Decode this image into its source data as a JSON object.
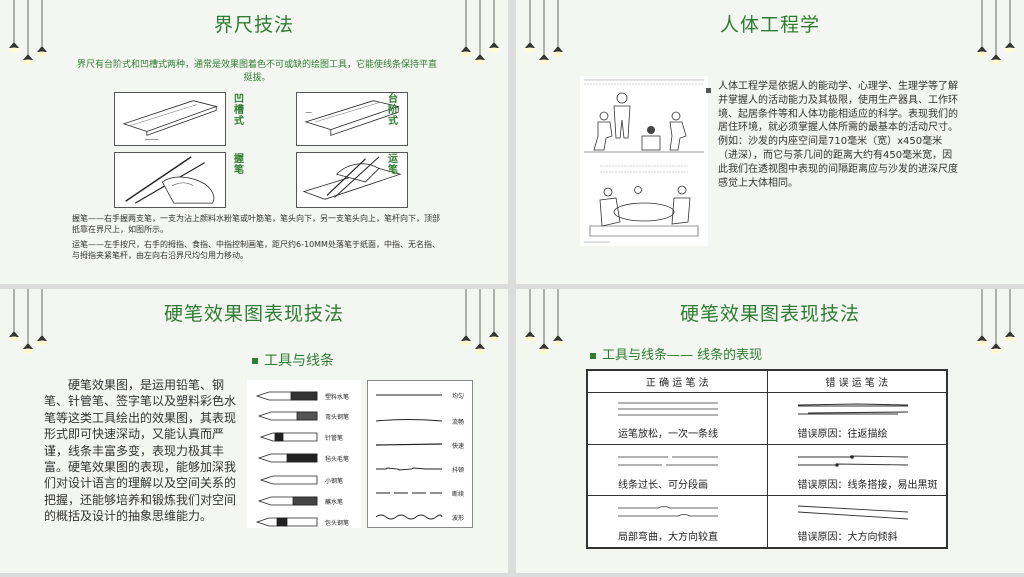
{
  "slide1": {
    "title": "界尺技法",
    "intro": "界尺有台阶式和凹槽式两种，通常是效果图着色不可或缺的绘图工具，它能使线条保持平直挺拔。",
    "labels": {
      "groove": "凹槽式",
      "step": "台阶式",
      "grip": "握笔",
      "move": "运笔"
    },
    "desc1": "握笔——右手握两支笔，一支为沾上颜料水粉笔或叶筋笔，笔头向下，另一支笔头向上，笔杆向下，顶部抵靠在界尺上，如图所示。",
    "desc2": "运笔——左手按尺，右手的拇指、食指、中指控制画笔，距尺约6-10MM处落笔于纸面，中指、无名指、与拇指夹紧笔杆，由左向右沿界尺均匀用力移动。"
  },
  "slide2": {
    "title": "人体工程学",
    "body": "人体工程学是依据人的能动学、心理学、生理学等了解并掌握人的活动能力及其极限，使用生产器具、工作环境、起居条件等和人体功能相适应的科学。表现我们的居住环境，就必须掌握人体所需的最基本的活动尺寸。例如：沙发的内座空间是710毫米（宽）x450毫米（进深），而它与茶几间的距离大约有450毫米宽，因此我们在透视图中表现的间隔距离应与沙发的进深尺度感觉上大体相同。"
  },
  "slide3": {
    "title": "硬笔效果图表现技法",
    "subtitle": "工具与线条",
    "body": "硬笔效果图，是运用铅笔、钢笔、针管笔、签字笔以及塑料彩色水笔等这类工具绘出的效果图，其表现形式即可快速深动，又能认真而严谨，线条丰富多变，表现力极其丰富。硬笔效果图的表现，能够加深我们对设计语言的理解以及空间关系的把握，还能够培养和锻炼我们对空间的概括及设计的抽象思维能力。",
    "pens": [
      "塑料水笔",
      "弯头钢笔",
      "针管笔",
      "毡头毛笔",
      "小钢笔",
      "蘸水笔",
      "包头钢笔"
    ],
    "line_types": [
      "均匀",
      "流畅",
      "快速",
      "抖顿",
      "断续",
      "波形"
    ]
  },
  "slide4": {
    "title": "硬笔效果图表现技法",
    "subtitle": "工具与线条—— 线条的表现",
    "table": {
      "headers": [
        "正 确 运 笔 法",
        "错 误 运 笔 法"
      ],
      "rows": [
        [
          "运笔放松，一次一条线",
          "错误原因：往返描绘"
        ],
        [
          "线条过长、可分段画",
          "错误原因：线条搭接，易出黑斑"
        ],
        [
          "局部弯曲，大方向较直",
          "错误原因：大方向倾斜"
        ]
      ]
    }
  },
  "colors": {
    "accent": "#2f7d32",
    "slide_bg": "#f4f6f2",
    "gap": "#dcdcdc"
  }
}
